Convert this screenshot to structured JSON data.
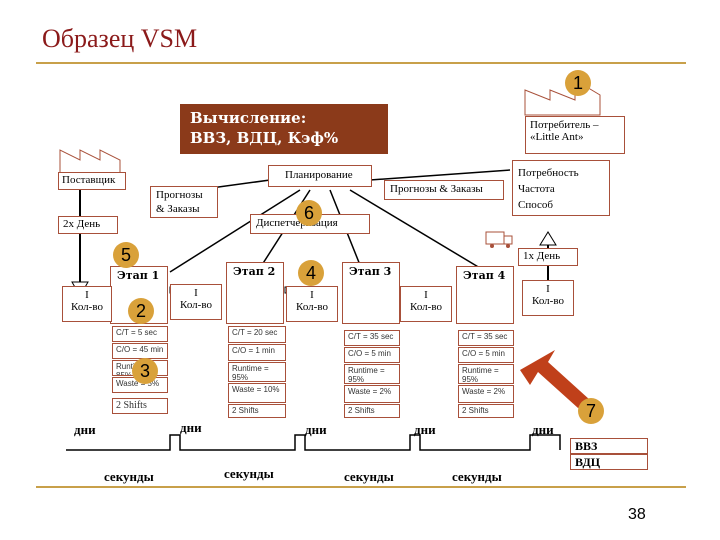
{
  "title": "Образец VSM",
  "calc": {
    "line1": "Вычисление:",
    "line2": "ВВЗ, ВДЦ, Кэф%"
  },
  "supplier": "Поставщик",
  "consumer": {
    "line1": "Потребитель –",
    "line2": "«Little Ant»"
  },
  "demand": {
    "line1": "Потребность",
    "line2": "Частота",
    "line3": "Способ"
  },
  "planning": "Планирование",
  "forecast_left": {
    "line1": "Прогнозы",
    "line2": "& Заказы"
  },
  "forecast_right": "Прогнозы & Заказы",
  "dispatch": "Диспетчеризация",
  "supplier_freq": "2х День",
  "customer_freq": "1х День",
  "circles": [
    "1",
    "2",
    "3",
    "4",
    "5",
    "6",
    "7"
  ],
  "stages": [
    "Этап 1",
    "Этап 2",
    "Этап 3",
    "Этап 4"
  ],
  "inventory": {
    "mark": "I",
    "label": "Кол-во"
  },
  "stage1_data": [
    "C/T = 5 sec",
    "C/O = 45 min",
    "Runtime = 85%",
    "Waste = 5%",
    "2 Shifts"
  ],
  "stage2_data": [
    "C/T = 20 sec",
    "C/O = 1 min",
    "Runtime = 95%",
    "Waste = 10%",
    "2 Shifts"
  ],
  "stage3_data": [
    "C/T = 35 sec",
    "C/O = 5 min",
    "Runtime = 95%",
    "Waste = 2%",
    "2 Shifts"
  ],
  "stage4_data": [
    "C/T = 35 sec",
    "C/O = 5 min",
    "Runtime = 95%",
    "Waste = 2%",
    "2 Shifts"
  ],
  "timeline": {
    "days": "дни",
    "seconds": "секунды",
    "vvz": "ВВЗ",
    "vdc": "ВДЦ"
  },
  "page_number": "38",
  "colors": {
    "accent": "#8b3a1a",
    "circle": "#d9a13a",
    "border": "#a8503a",
    "arrow": "#c0401a"
  }
}
